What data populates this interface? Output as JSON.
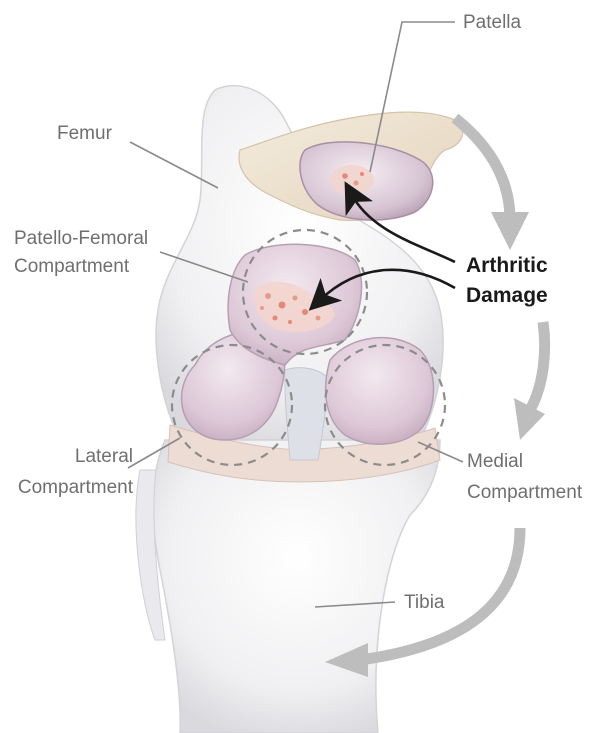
{
  "labels": {
    "patella": "Patella",
    "femur": "Femur",
    "patello_femoral": [
      "Patello-Femoral",
      "Compartment"
    ],
    "arthritic_damage": [
      "Arthritic",
      "Damage"
    ],
    "lateral": [
      "Lateral",
      "Compartment"
    ],
    "medial": [
      "Medial",
      "Compartment"
    ],
    "tibia": "Tibia"
  },
  "colors": {
    "bone": "#f1f1f3",
    "cartilage": "#e6d4de",
    "damage": "#e89a8a",
    "arrow_gray": "#bdbdbd",
    "label_gray": "#6f6f6f",
    "emphasis": "#1a1a1a"
  }
}
